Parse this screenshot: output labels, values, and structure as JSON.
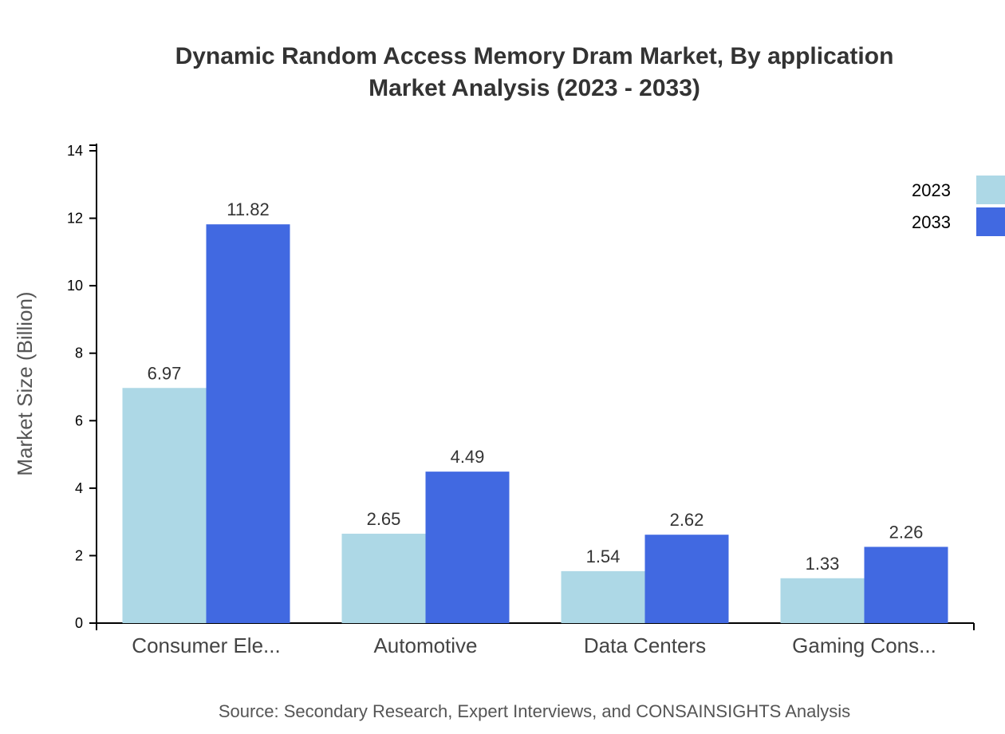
{
  "chart_data": {
    "type": "bar",
    "title_lines": [
      "Dynamic Random Access Memory Dram Market, By application",
      "Market Analysis (2023 - 2033)"
    ],
    "xlabel": "",
    "ylabel": "Market Size (Billion)",
    "categories": [
      "Consumer Ele...",
      "Automotive",
      "Data Centers",
      "Gaming Cons..."
    ],
    "series": [
      {
        "name": "2023",
        "color": "#add8e6",
        "values": [
          6.97,
          2.65,
          1.54,
          1.33
        ]
      },
      {
        "name": "2033",
        "color": "#4169e1",
        "values": [
          11.82,
          4.49,
          2.62,
          2.26
        ]
      }
    ],
    "value_labels": [
      [
        "6.97",
        "2.65",
        "1.54",
        "1.33"
      ],
      [
        "11.82",
        "4.49",
        "2.62",
        "2.26"
      ]
    ],
    "ylim": [
      0,
      14
    ],
    "yticks": [
      0,
      2,
      4,
      6,
      8,
      10,
      12,
      14
    ],
    "grid": false,
    "legend_position": "top-right",
    "source": "Source: Secondary Research, Expert Interviews, and CONSAINSIGHTS Analysis"
  }
}
